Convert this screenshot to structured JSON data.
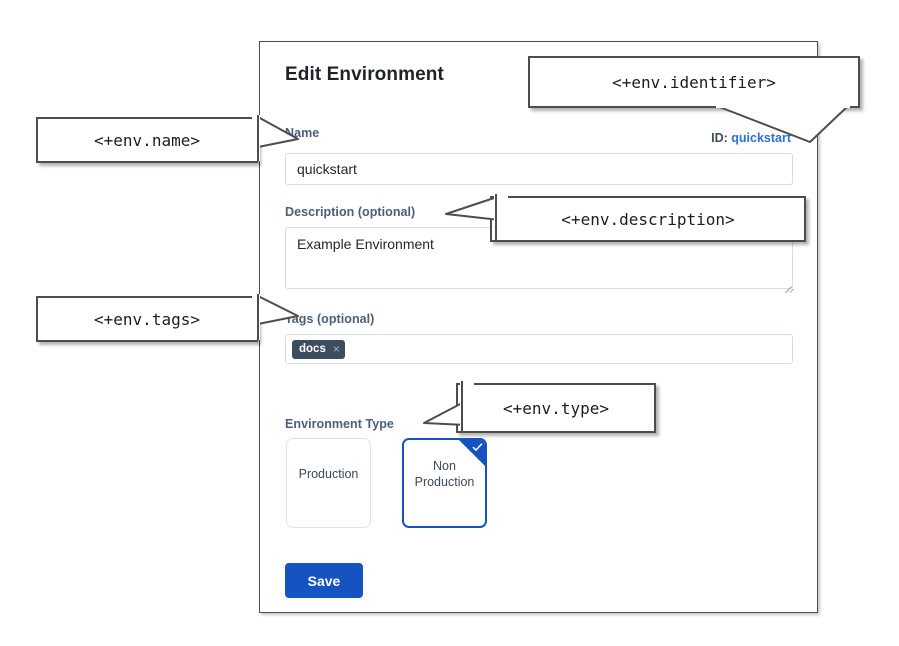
{
  "dialog": {
    "title": "Edit Environment",
    "id_prefix": "ID:",
    "id_value": "quickstart",
    "fields": {
      "name": {
        "label": "Name",
        "value": "quickstart",
        "placeholder": ""
      },
      "description": {
        "label": "Description (optional)",
        "value": "Example Environment",
        "placeholder": ""
      },
      "tags": {
        "label": "Tags (optional)",
        "chips": [
          {
            "text": "docs",
            "remove_icon": "×"
          }
        ]
      },
      "environment_type": {
        "label": "Environment Type",
        "options": [
          {
            "label": "Production",
            "selected": false
          },
          {
            "label": "Non Production",
            "line1": "Non",
            "line2": "Production",
            "selected": true
          }
        ]
      }
    },
    "save_label": "Save"
  },
  "annotations": [
    {
      "text": "<+env.name>"
    },
    {
      "text": "<+env.identifier>"
    },
    {
      "text": "<+env.description>"
    },
    {
      "text": "<+env.tags>"
    },
    {
      "text": "<+env.type>"
    }
  ],
  "colors": {
    "accent_blue": "#1554c0",
    "link_blue": "#2a6fdb",
    "label_slate": "#4a5f7a",
    "chip_slate": "#3c4d60",
    "panel_border": "#4f4f4f"
  }
}
